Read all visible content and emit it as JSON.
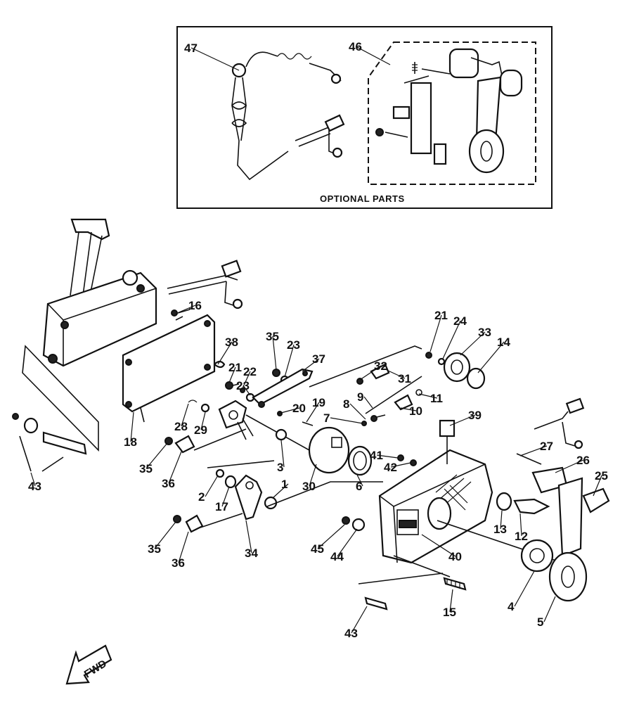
{
  "optional_box": {
    "caption": "OPTIONAL PARTS"
  },
  "fwd_label": "FWD",
  "callouts": [
    {
      "id": "c47",
      "text": "47"
    },
    {
      "id": "c46",
      "text": "46"
    },
    {
      "id": "c16",
      "text": "16"
    },
    {
      "id": "c38",
      "text": "38"
    },
    {
      "id": "c35a",
      "text": "35"
    },
    {
      "id": "c23a",
      "text": "23"
    },
    {
      "id": "c37",
      "text": "37"
    },
    {
      "id": "c21a",
      "text": "21"
    },
    {
      "id": "c22",
      "text": "22"
    },
    {
      "id": "c23b",
      "text": "23"
    },
    {
      "id": "c32",
      "text": "32"
    },
    {
      "id": "c31",
      "text": "31"
    },
    {
      "id": "c9",
      "text": "9"
    },
    {
      "id": "c11",
      "text": "11"
    },
    {
      "id": "c10",
      "text": "10"
    },
    {
      "id": "c21b",
      "text": "21"
    },
    {
      "id": "c24",
      "text": "24"
    },
    {
      "id": "c33",
      "text": "33"
    },
    {
      "id": "c14",
      "text": "14"
    },
    {
      "id": "c18",
      "text": "18"
    },
    {
      "id": "c28",
      "text": "28"
    },
    {
      "id": "c29",
      "text": "29"
    },
    {
      "id": "c20",
      "text": "20"
    },
    {
      "id": "c19",
      "text": "19"
    },
    {
      "id": "c8",
      "text": "8"
    },
    {
      "id": "c7",
      "text": "7"
    },
    {
      "id": "c39",
      "text": "39"
    },
    {
      "id": "c35b",
      "text": "35"
    },
    {
      "id": "c36a",
      "text": "36"
    },
    {
      "id": "c3",
      "text": "3"
    },
    {
      "id": "c30",
      "text": "30"
    },
    {
      "id": "c6",
      "text": "6"
    },
    {
      "id": "c41",
      "text": "41"
    },
    {
      "id": "c42",
      "text": "42"
    },
    {
      "id": "c27",
      "text": "27"
    },
    {
      "id": "c26",
      "text": "26"
    },
    {
      "id": "c25",
      "text": "25"
    },
    {
      "id": "c43a",
      "text": "43"
    },
    {
      "id": "c2",
      "text": "2"
    },
    {
      "id": "c17",
      "text": "17"
    },
    {
      "id": "c1",
      "text": "1"
    },
    {
      "id": "c13",
      "text": "13"
    },
    {
      "id": "c12",
      "text": "12"
    },
    {
      "id": "c35c",
      "text": "35"
    },
    {
      "id": "c36b",
      "text": "36"
    },
    {
      "id": "c34",
      "text": "34"
    },
    {
      "id": "c45",
      "text": "45"
    },
    {
      "id": "c44",
      "text": "44"
    },
    {
      "id": "c40",
      "text": "40"
    },
    {
      "id": "c4",
      "text": "4"
    },
    {
      "id": "c5",
      "text": "5"
    },
    {
      "id": "c15",
      "text": "15"
    },
    {
      "id": "c43b",
      "text": "43"
    }
  ]
}
